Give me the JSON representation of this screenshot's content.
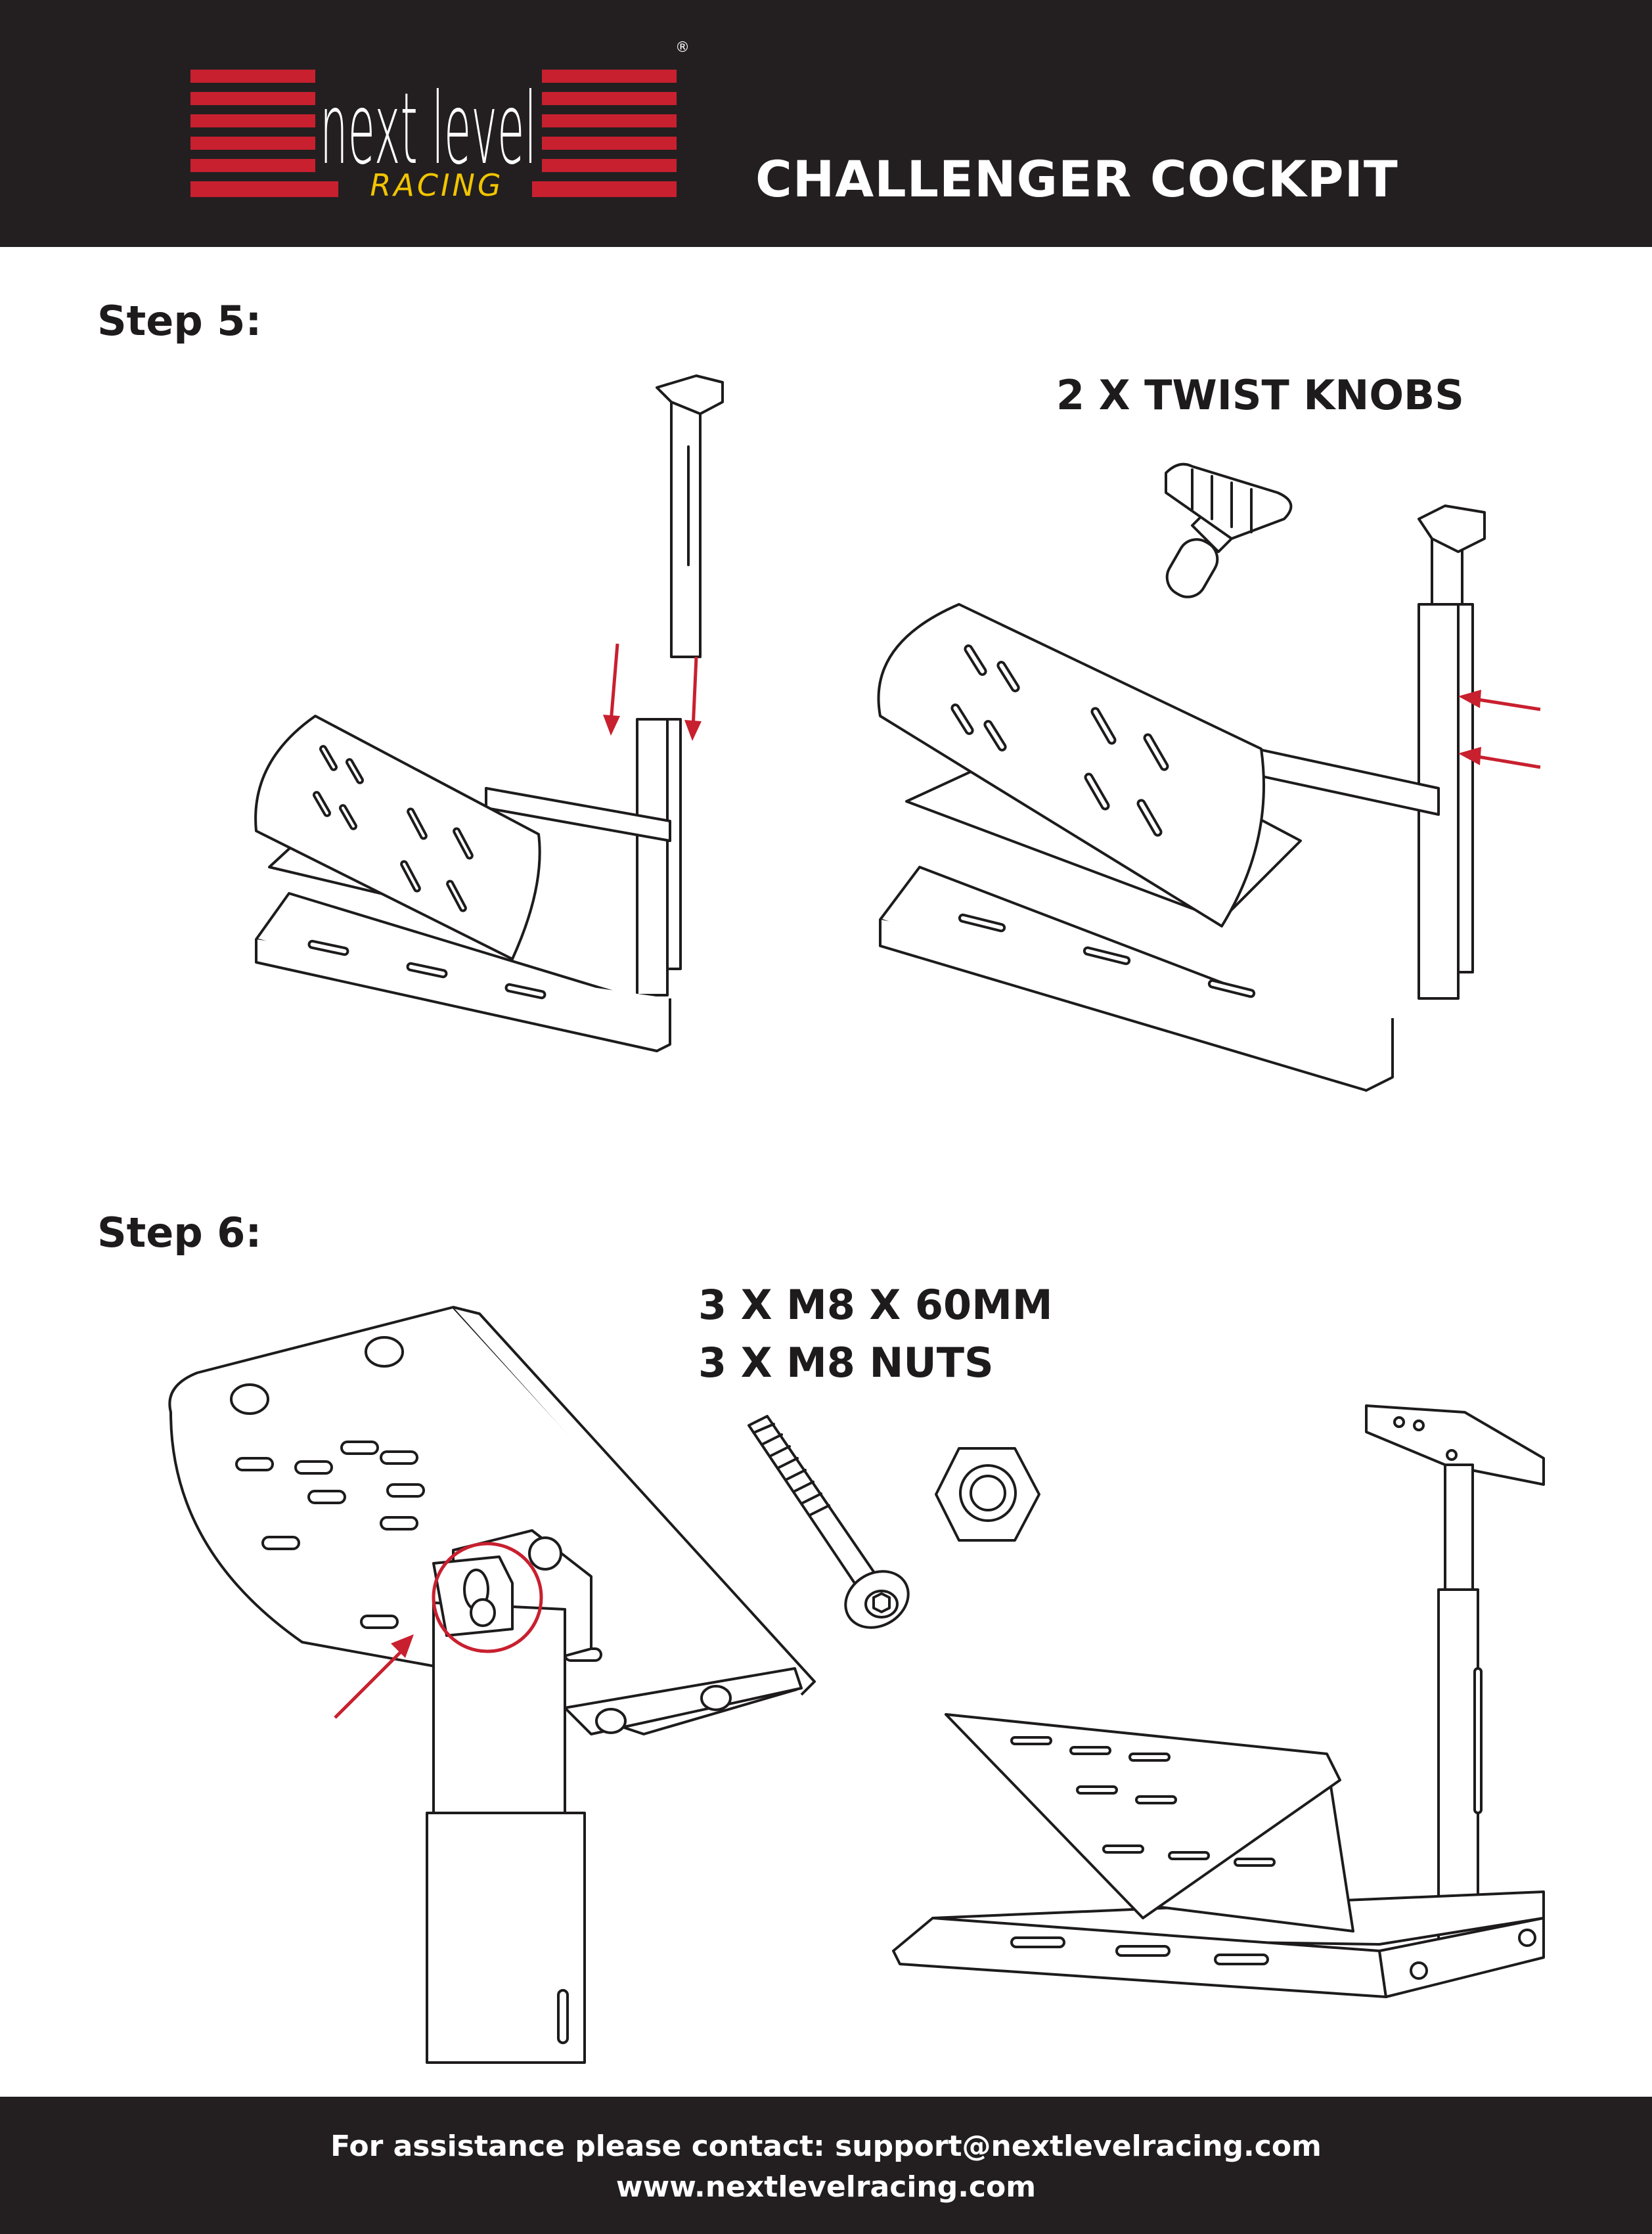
{
  "header": {
    "brand_logo": "next-level-racing-logo",
    "brand_wordmark_top": "next level",
    "brand_wordmark_bottom": "RACING",
    "registered_mark": "®",
    "title": "CHALLENGER COCKPIT"
  },
  "steps": [
    {
      "label": "Step 5:",
      "parts": [
        "2 X TWIST KNOBS"
      ]
    },
    {
      "label": "Step 6:",
      "parts": [
        "3 X M8 X 60MM",
        "3 X M8 NUTS"
      ]
    }
  ],
  "footer": {
    "contact": "For assistance please contact: support@nextlevelracing.com",
    "website": "www.nextlevelracing.com"
  },
  "colors": {
    "header_bg": "#231f20",
    "brand_red": "#c8202f",
    "brand_yellow": "#f2c500",
    "arrow_red": "#c8202f"
  }
}
